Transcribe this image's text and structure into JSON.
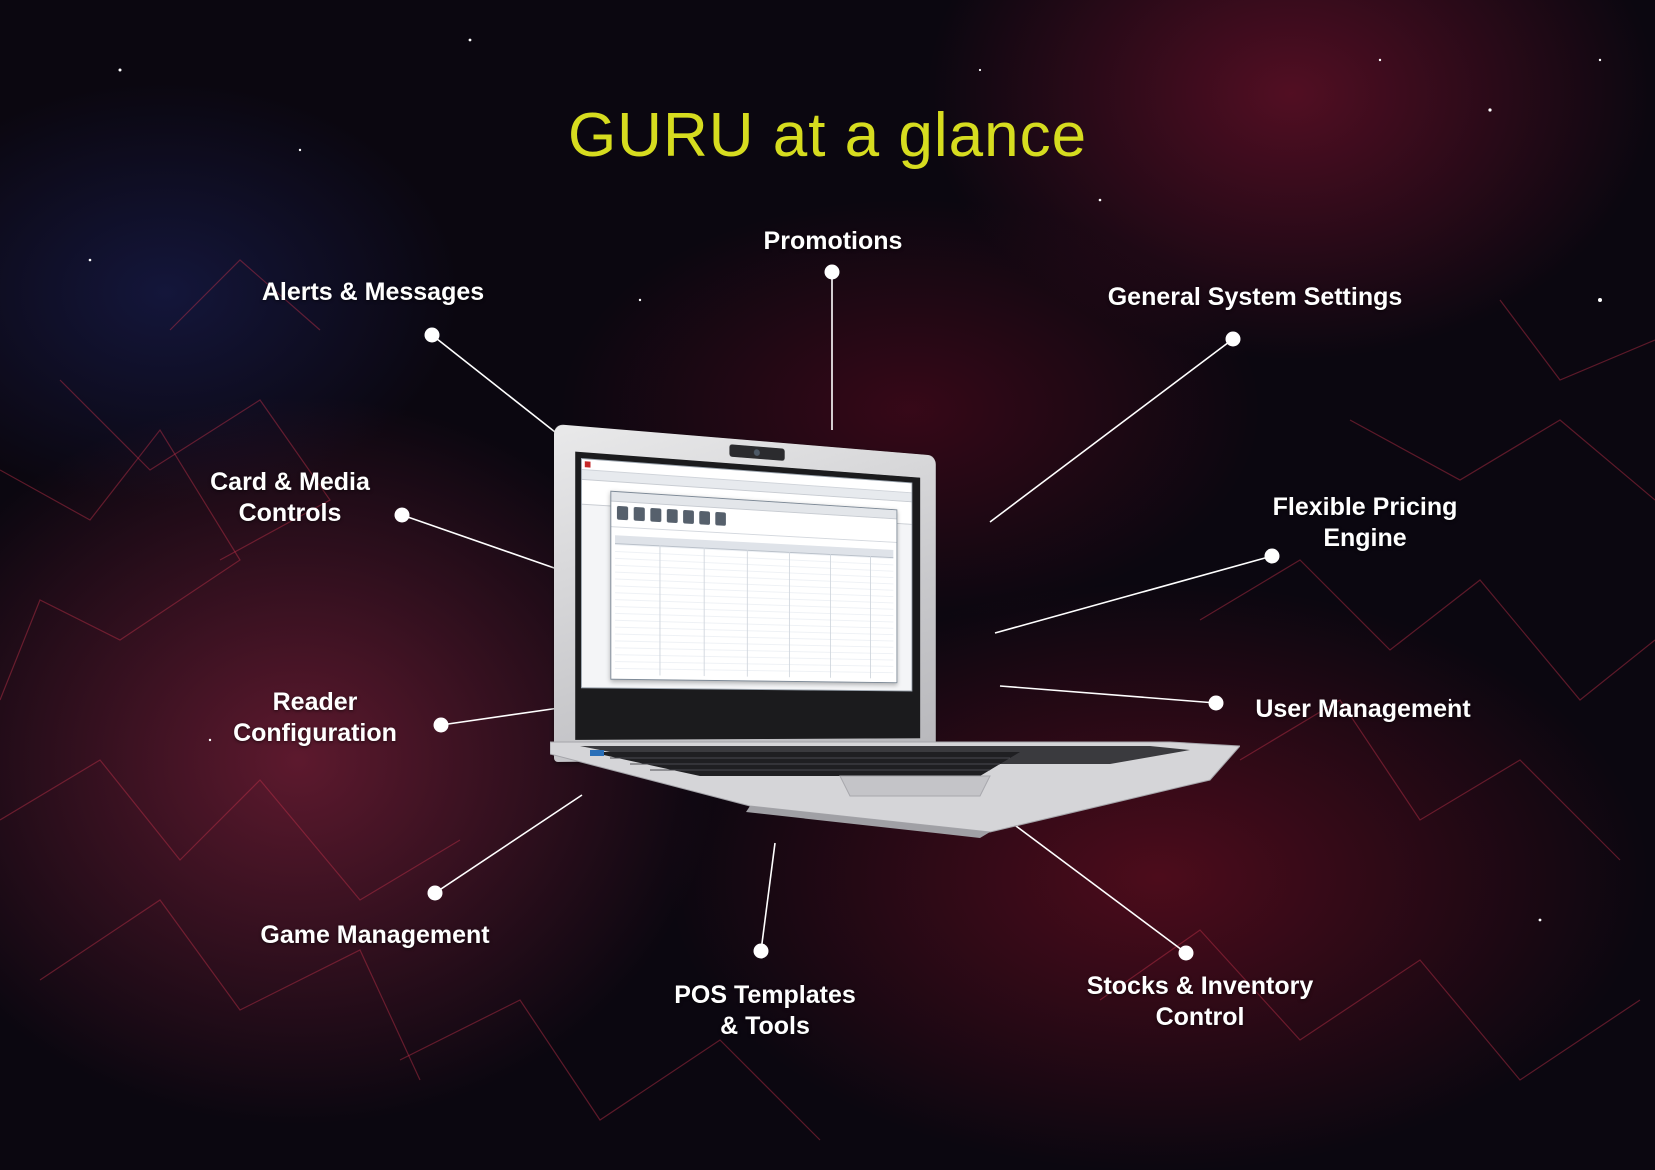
{
  "title": "GURU at a glance",
  "colors": {
    "title": "#d6dc1f",
    "label": "#ffffff",
    "connector": "#ffffff"
  },
  "features": [
    {
      "id": "promotions",
      "lines": [
        "Promotions"
      ]
    },
    {
      "id": "alerts-messages",
      "lines": [
        "Alerts & Messages"
      ]
    },
    {
      "id": "general-system-settings",
      "lines": [
        "General System Settings"
      ]
    },
    {
      "id": "card-media-controls",
      "lines": [
        "Card & Media",
        "Controls"
      ]
    },
    {
      "id": "flexible-pricing-engine",
      "lines": [
        "Flexible Pricing",
        "Engine"
      ]
    },
    {
      "id": "reader-configuration",
      "lines": [
        "Reader",
        "Configuration"
      ]
    },
    {
      "id": "user-management",
      "lines": [
        "User Management"
      ]
    },
    {
      "id": "game-management",
      "lines": [
        "Game Management"
      ]
    },
    {
      "id": "pos-templates-tools",
      "lines": [
        "POS Templates",
        "& Tools"
      ]
    },
    {
      "id": "stocks-inventory-control",
      "lines": [
        "Stocks & Inventory",
        "Control"
      ]
    }
  ]
}
